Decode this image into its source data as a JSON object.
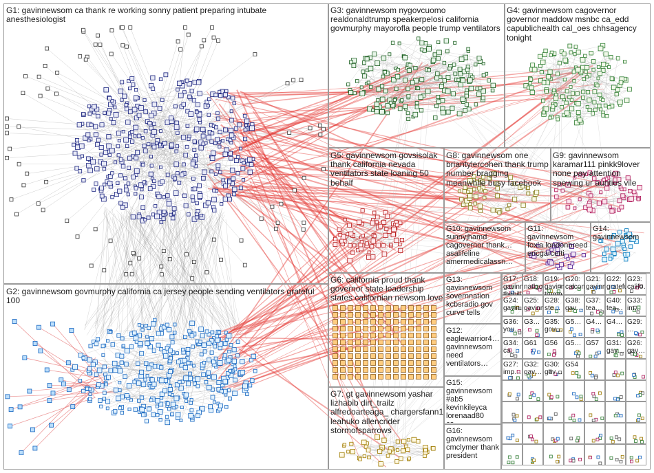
{
  "groups": [
    {
      "id": "G1",
      "label": "G1: gavinnewsom ca thank re working sonny patient preparing intubate anesthesiologist",
      "color": "#1a237e"
    },
    {
      "id": "G2",
      "label": "G2: gavinnewsom govmurphy california ca jersey people sending ventilators grateful 100",
      "color": "#1565c0"
    },
    {
      "id": "G3",
      "label": "G3: gavinnewsom nygovcuomo realdonaldtrump speakerpelosi california govmurphy mayorofla people trump ventilators",
      "color": "#1b5e20"
    },
    {
      "id": "G4",
      "label": "G4: gavinnewsom cagovernor governor maddow msnbc ca_edd capublichealth cal_oes chhsagency tonight",
      "color": "#2e7d32"
    },
    {
      "id": "G5",
      "label": "G5: gavinnewsom govsisolak thank california nevada ventilators state loaning 50 behalf",
      "color": "#b71c1c"
    },
    {
      "id": "G6",
      "label": "G6: california proud thank governor state leadership states californian newsom love",
      "color": "#8d5a1a"
    },
    {
      "id": "G7",
      "label": "G7: gt gavinnewsom yashar lizhabib dirt_trailz alfredoarteaga_ chargersfann1 leahuko allencrider stormofsparrows",
      "color": "#9e7a00"
    },
    {
      "id": "G8",
      "label": "G8: gavinnewsom one briantylercohen thank trump number bragging meanwhile busy facebook",
      "color": "#827717"
    },
    {
      "id": "G9",
      "label": "G9: gavinnewsom karamar111 pinkk9lover none pay attention spewing ur aunties vile",
      "color": "#ad1457"
    },
    {
      "id": "G10",
      "label": "G10: gavinnewsom sunnyjhamd cagovernor thank… asalifeline amermedicalassn…",
      "color": "#555"
    },
    {
      "id": "G11",
      "label": "G11: gavinnewsom foxla londonbreed ericgarcetti",
      "color": "#4a148c"
    },
    {
      "id": "G12",
      "label": "G12: eaglewarrior4… gavinnewsom need ventilators…",
      "color": "#555"
    },
    {
      "id": "G13",
      "label": "G13: gavinnewsom sovernnation kcbsradio gov curve tells",
      "color": "#555"
    },
    {
      "id": "G14",
      "label": "G14: gavinnewsom",
      "color": "#0277bd"
    },
    {
      "id": "G15",
      "label": "G15: gavinnewsom #ab5 kevinkileyca lorenaad80 ca…",
      "color": "#555"
    },
    {
      "id": "G16",
      "label": "G16: gavinnewsom cmclymer thank president",
      "color": "#555"
    }
  ],
  "small_groups": [
    {
      "id": "G17",
      "label": "G17: gavinnew… thehill…"
    },
    {
      "id": "G18",
      "label": "G18: natlgovs…"
    },
    {
      "id": "G19",
      "label": "G19: gavinne… trump…"
    },
    {
      "id": "G20",
      "label": "G20: calcons…"
    },
    {
      "id": "G21",
      "label": "G21: gavinne…"
    },
    {
      "id": "G22",
      "label": "G22: gratefu…"
    },
    {
      "id": "G23",
      "label": "G23: califo…"
    },
    {
      "id": "G24",
      "label": "G24: gavin…"
    },
    {
      "id": "G25",
      "label": "G25: gavinn…"
    },
    {
      "id": "G28",
      "label": "G28: ste…"
    },
    {
      "id": "G38",
      "label": "G38: gav…"
    },
    {
      "id": "G37",
      "label": "G37: tea…"
    },
    {
      "id": "G40",
      "label": "G40: tea…"
    },
    {
      "id": "G33",
      "label": "G33: im…"
    },
    {
      "id": "G36",
      "label": "G36: you…"
    },
    {
      "id": "G3x",
      "label": "G3…"
    },
    {
      "id": "G35",
      "label": "G35: gov…"
    },
    {
      "id": "G5x",
      "label": "G5…"
    },
    {
      "id": "G4a",
      "label": "G4…"
    },
    {
      "id": "G4b",
      "label": "G4…"
    },
    {
      "id": "G29",
      "label": "G29: …"
    },
    {
      "id": "G34",
      "label": "G34: ca…"
    },
    {
      "id": "G61",
      "label": "G61"
    },
    {
      "id": "G56",
      "label": "G56"
    },
    {
      "id": "G5y",
      "label": "G5…"
    },
    {
      "id": "G57",
      "label": "G57"
    },
    {
      "id": "G31",
      "label": "G31: gav…"
    },
    {
      "id": "G26",
      "label": "G26: gav…"
    },
    {
      "id": "G27",
      "label": "G27: imp…"
    },
    {
      "id": "G32",
      "label": "G32: gav…"
    },
    {
      "id": "G30",
      "label": "G30: gav…"
    },
    {
      "id": "G54",
      "label": "G54"
    }
  ]
}
